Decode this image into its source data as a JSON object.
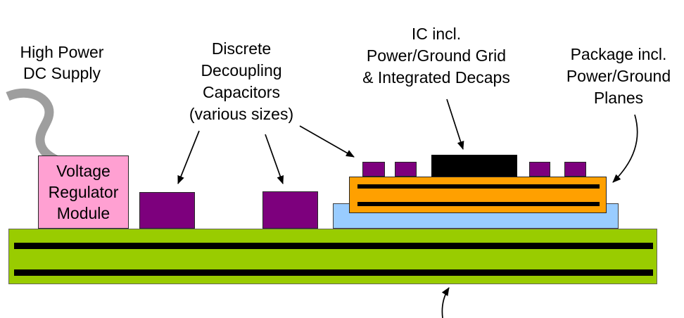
{
  "diagram": {
    "labels": {
      "dc_supply": "High Power\nDC Supply",
      "decaps": "Discrete\nDecoupling\nCapacitors\n(various sizes)",
      "ic": "IC incl.\nPower/Ground Grid\n& Integrated Decaps",
      "package": "Package incl.\nPower/Ground\nPlanes",
      "vrm": "Voltage\nRegulator\nModule"
    },
    "colors": {
      "board_green": "#99cc00",
      "capacitor_purple": "#7d007d",
      "package_orange": "#ffa000",
      "substrate_blue": "#99ccff",
      "vrm_pink": "#ffa0d2",
      "wire_gray": "#9e9e9e",
      "plane_black": "#000000",
      "ic_black": "#000000",
      "ink": "#000000"
    }
  }
}
